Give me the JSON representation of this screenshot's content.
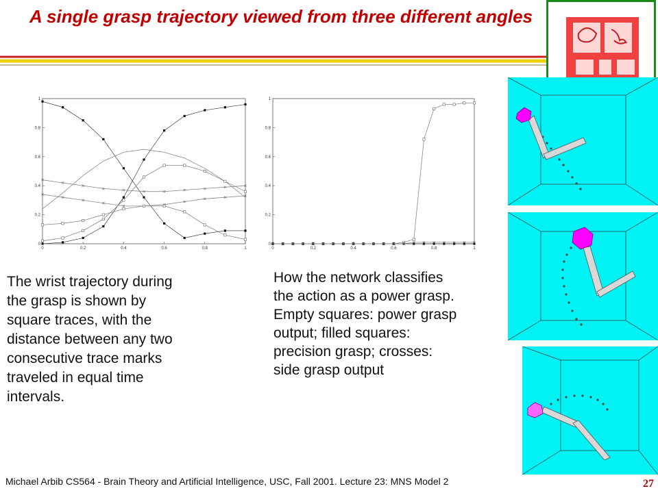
{
  "slide": {
    "title": "A single grasp trajectory viewed from three different angles",
    "left_text": "The wrist trajectory during\nthe grasp is shown by\nsquare traces, with the\ndistance between any two\nconsecutive trace marks\ntraveled in equal time\nintervals.",
    "right_text": "How the network classifies\nthe action as a power grasp.\nEmpty squares: power grasp\noutput; filled squares:\nprecision grasp; crosses:\nside grasp output",
    "footer": "Michael Arbib CS564 - Brain Theory and Artificial Intelligence,  USC, Fall 2001. Lecture 23: MNS Model 2",
    "page_number": "27"
  },
  "colors": {
    "title": "#c00000",
    "rule_red": "#cc1f1f",
    "rule_yellow": "#f0d000",
    "view_bg": "#00f2f4",
    "logo_red": "#f04040",
    "hand_magenta": "#ff00ff"
  },
  "icons": [
    "brain-logo-icon"
  ],
  "chart_data": [
    {
      "type": "line",
      "xlim": [
        0,
        1
      ],
      "ylim": [
        0,
        1
      ],
      "xticks": [
        "0",
        "0.2",
        "0.4",
        "0.6",
        "0.8",
        "1"
      ],
      "yticks": [
        "0",
        "0.2",
        "0.4",
        "0.6",
        "0.8",
        "1"
      ],
      "grid": false,
      "series": [
        {
          "marker": "filled-square",
          "x": [
            0,
            0.1,
            0.2,
            0.3,
            0.4,
            0.5,
            0.6,
            0.7,
            0.8,
            0.9,
            1
          ],
          "y": [
            0.98,
            0.94,
            0.85,
            0.72,
            0.52,
            0.32,
            0.14,
            0.04,
            0.07,
            0.09,
            0.09
          ]
        },
        {
          "marker": "filled-square",
          "x": [
            0,
            0.1,
            0.2,
            0.3,
            0.4,
            0.5,
            0.6,
            0.7,
            0.8,
            0.9,
            1
          ],
          "y": [
            0,
            0.01,
            0.04,
            0.12,
            0.32,
            0.58,
            0.78,
            0.88,
            0.92,
            0.94,
            0.96
          ]
        },
        {
          "marker": "none",
          "x": [
            0,
            0.1,
            0.2,
            0.3,
            0.4,
            0.5,
            0.6,
            0.7,
            0.8,
            0.9,
            1
          ],
          "y": [
            0.24,
            0.35,
            0.47,
            0.57,
            0.63,
            0.65,
            0.63,
            0.59,
            0.52,
            0.43,
            0.32
          ]
        },
        {
          "marker": "open-square",
          "x": [
            0,
            0.1,
            0.2,
            0.3,
            0.4,
            0.5,
            0.6,
            0.7,
            0.8,
            0.9,
            1
          ],
          "y": [
            0.02,
            0.04,
            0.09,
            0.17,
            0.3,
            0.46,
            0.54,
            0.54,
            0.5,
            0.43,
            0.36
          ]
        },
        {
          "marker": "cross",
          "x": [
            0,
            0.1,
            0.2,
            0.3,
            0.4,
            0.5,
            0.6,
            0.7,
            0.8,
            0.9,
            1
          ],
          "y": [
            0.44,
            0.42,
            0.4,
            0.38,
            0.37,
            0.36,
            0.36,
            0.37,
            0.38,
            0.39,
            0.4
          ]
        },
        {
          "marker": "cross",
          "x": [
            0,
            0.1,
            0.2,
            0.3,
            0.4,
            0.5,
            0.6,
            0.7,
            0.8,
            0.9,
            1
          ],
          "y": [
            0.34,
            0.32,
            0.3,
            0.28,
            0.26,
            0.26,
            0.27,
            0.29,
            0.31,
            0.32,
            0.33
          ]
        },
        {
          "marker": "open-square",
          "x": [
            0,
            0.1,
            0.2,
            0.3,
            0.4,
            0.5,
            0.6,
            0.7,
            0.8,
            0.9,
            1
          ],
          "y": [
            0.13,
            0.14,
            0.16,
            0.2,
            0.24,
            0.26,
            0.26,
            0.22,
            0.13,
            0.06,
            0.03
          ]
        }
      ]
    },
    {
      "type": "line",
      "xlim": [
        0,
        1
      ],
      "ylim": [
        0,
        1
      ],
      "xticks": [
        "0",
        "0.2",
        "0.4",
        "0.6",
        "0.8",
        "1"
      ],
      "yticks": [
        "0",
        "0.2",
        "0.4",
        "0.6",
        "0.8",
        "1"
      ],
      "grid": false,
      "series": [
        {
          "marker": "open-square",
          "x": [
            0,
            0.05,
            0.1,
            0.15,
            0.2,
            0.25,
            0.3,
            0.35,
            0.4,
            0.45,
            0.5,
            0.55,
            0.6,
            0.65,
            0.7,
            0.75,
            0.8,
            0.85,
            0.9,
            0.95,
            1
          ],
          "y": [
            0,
            0,
            0,
            0,
            0,
            0,
            0,
            0,
            0,
            0,
            0,
            0,
            0,
            0.01,
            0.03,
            0.72,
            0.93,
            0.96,
            0.96,
            0.97,
            0.97
          ]
        },
        {
          "marker": "filled-square",
          "x": [
            0,
            0.05,
            0.1,
            0.15,
            0.2,
            0.25,
            0.3,
            0.35,
            0.4,
            0.45,
            0.5,
            0.55,
            0.6,
            0.65,
            0.7,
            0.75,
            0.8,
            0.85,
            0.9,
            0.95,
            1
          ],
          "y": [
            0,
            0,
            0,
            0,
            0,
            0,
            0,
            0,
            0,
            0,
            0,
            0,
            0,
            0,
            0,
            0,
            0,
            0,
            0,
            0,
            0
          ]
        },
        {
          "marker": "cross",
          "x": [
            0,
            0.05,
            0.1,
            0.15,
            0.2,
            0.25,
            0.3,
            0.35,
            0.4,
            0.45,
            0.5,
            0.55,
            0.6,
            0.65,
            0.7,
            0.75,
            0.8,
            0.85,
            0.9,
            0.95,
            1
          ],
          "y": [
            0,
            0,
            0,
            0,
            0,
            0,
            0,
            0,
            0,
            0,
            0,
            0,
            0,
            0,
            0.01,
            0.01,
            0.01,
            0.01,
            0.01,
            0.01,
            0.01
          ]
        }
      ]
    }
  ]
}
